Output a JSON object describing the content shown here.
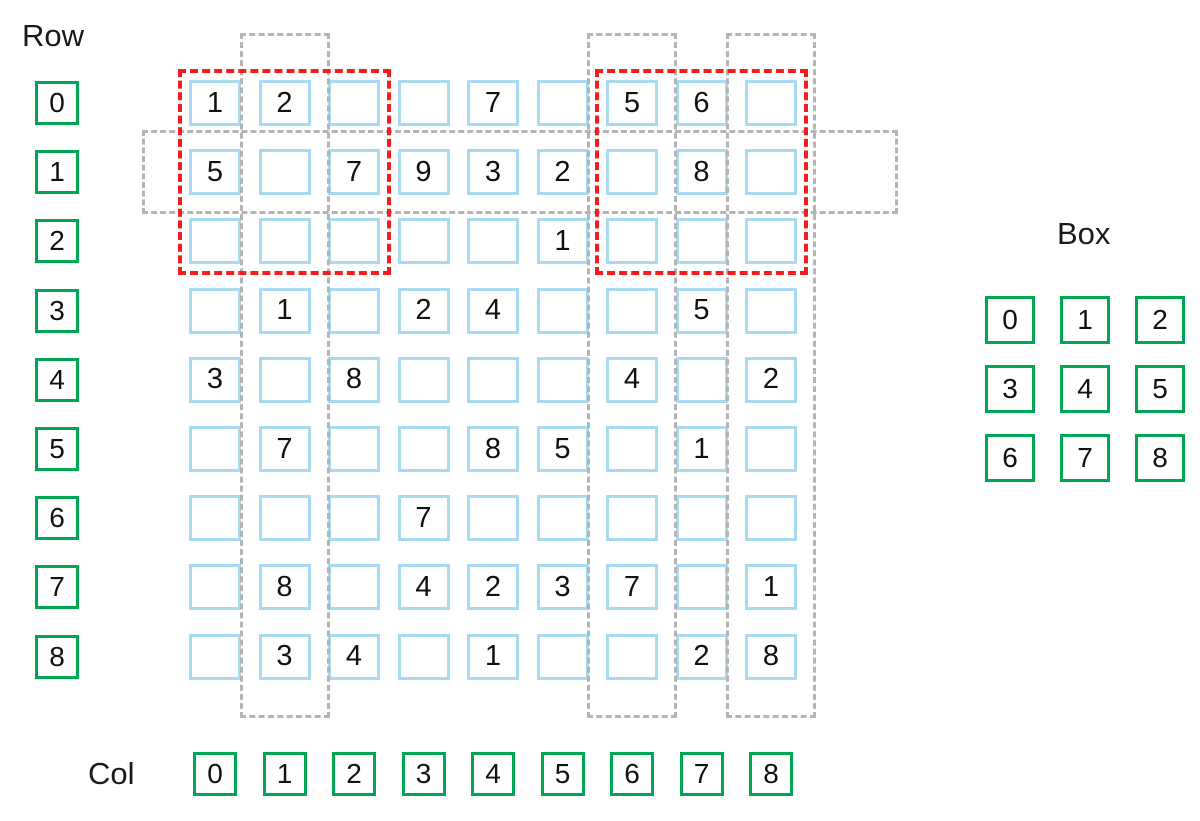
{
  "captions": {
    "row": "Row",
    "col": "Col",
    "box": "Box"
  },
  "colors": {
    "cell_border": "#a8daf2",
    "label_border": "#00a651",
    "highlight_gray": "#b4b4b4",
    "highlight_red": "#f41c1c",
    "text": "#111111",
    "background": "#ffffff"
  },
  "row_labels": [
    "0",
    "1",
    "2",
    "3",
    "4",
    "5",
    "6",
    "7",
    "8"
  ],
  "col_labels": [
    "0",
    "1",
    "2",
    "3",
    "4",
    "5",
    "6",
    "7",
    "8"
  ],
  "box_labels": [
    "0",
    "1",
    "2",
    "3",
    "4",
    "5",
    "6",
    "7",
    "8"
  ],
  "grid": {
    "rows": 9,
    "cols": 9,
    "cells": [
      [
        "1",
        "2",
        "",
        "",
        "7",
        "",
        "5",
        "6",
        ""
      ],
      [
        "5",
        "",
        "7",
        "9",
        "3",
        "2",
        "",
        "8",
        ""
      ],
      [
        "",
        "",
        "",
        "",
        "",
        "1",
        "",
        "",
        ""
      ],
      [
        "",
        "1",
        "",
        "2",
        "4",
        "",
        "",
        "5",
        ""
      ],
      [
        "3",
        "",
        "8",
        "",
        "",
        "",
        "4",
        "",
        "2"
      ],
      [
        "",
        "7",
        "",
        "",
        "8",
        "5",
        "",
        "1",
        ""
      ],
      [
        "",
        "",
        "",
        "7",
        "",
        "",
        "",
        "",
        ""
      ],
      [
        "",
        "8",
        "",
        "4",
        "2",
        "3",
        "7",
        "",
        "1"
      ],
      [
        "",
        "3",
        "4",
        "",
        "1",
        "",
        "",
        "2",
        "8"
      ]
    ]
  },
  "highlights": {
    "columns": [
      1,
      6,
      8
    ],
    "rows": [
      1
    ],
    "boxes": [
      0,
      2
    ]
  }
}
